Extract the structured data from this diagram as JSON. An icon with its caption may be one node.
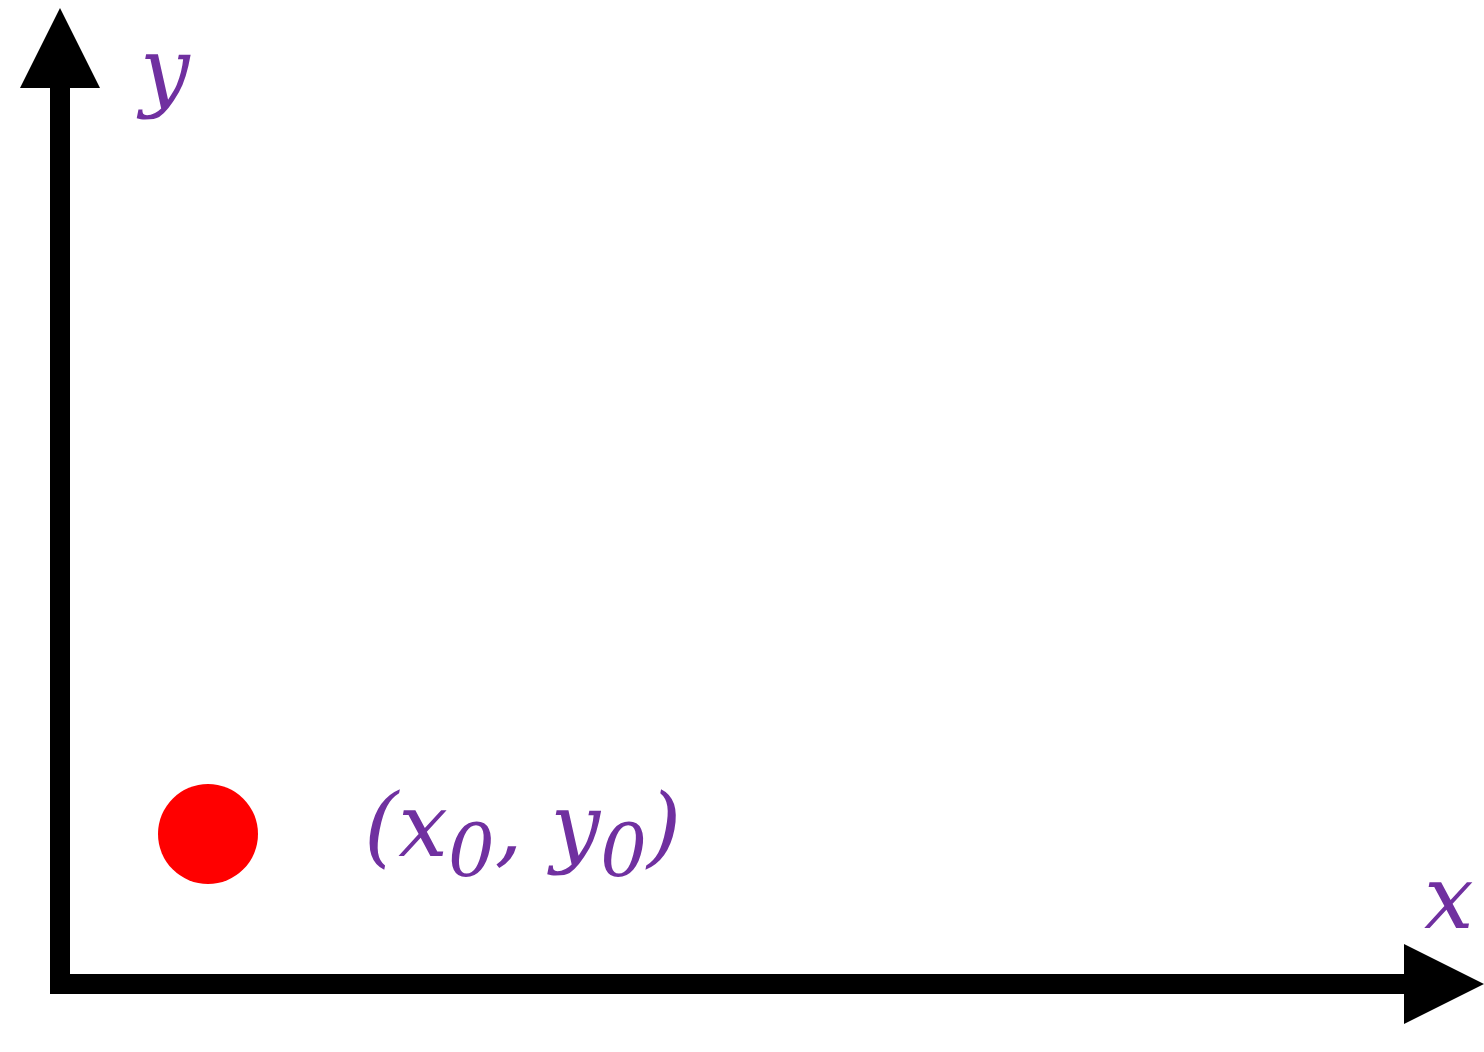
{
  "diagram": {
    "labels": [
      "y",
      "(x$_{0}$, y$_{0}$)",
      "x"
    ]
  }
}
